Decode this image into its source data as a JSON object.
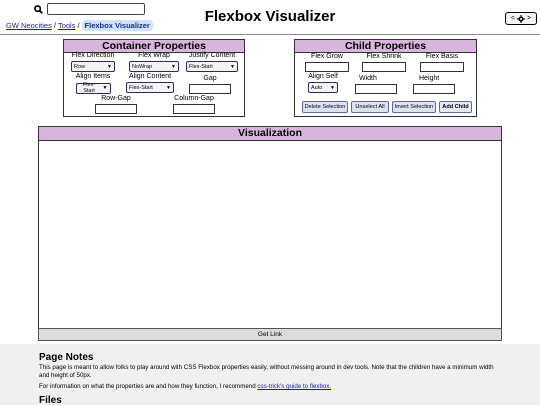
{
  "header": {
    "search_placeholder": "",
    "breadcrumb": [
      {
        "label": "GW Neocities"
      },
      {
        "label": "Tools"
      },
      {
        "label": "Flexbox Visualizer"
      }
    ],
    "separator": "/",
    "title": "Flexbox Visualizer",
    "settings_left": "<",
    "settings_right": ">"
  },
  "container": {
    "title": "Container Properties",
    "flex_direction": {
      "label": "Flex Direction",
      "value": "Row"
    },
    "flex_wrap": {
      "label": "Flex Wrap",
      "value": "NoWrap"
    },
    "justify_content": {
      "label": "Justify Content",
      "value": "Flex-Start"
    },
    "align_items": {
      "label": "Align Items",
      "value": "Flex-Start"
    },
    "align_content": {
      "label": "Align Content",
      "value": "Flex-Start"
    },
    "gap": {
      "label": "Gap",
      "value": ""
    },
    "row_gap": {
      "label": "Row-Gap",
      "value": ""
    },
    "column_gap": {
      "label": "Column-Gap",
      "value": ""
    }
  },
  "child": {
    "title": "Child Properties",
    "flex_grow": {
      "label": "Flex Grow",
      "value": ""
    },
    "flex_shrink": {
      "label": "Flex Shrink",
      "value": ""
    },
    "flex_basis": {
      "label": "Flex Basis",
      "value": ""
    },
    "align_self": {
      "label": "Align Self",
      "value": "Auto"
    },
    "width": {
      "label": "Width",
      "value": ""
    },
    "height": {
      "label": "Height",
      "value": ""
    },
    "buttons": {
      "delete": "Delete Selection",
      "unselect": "Unselect All",
      "invert": "Invert Selection",
      "add": "Add Child"
    }
  },
  "visualization": {
    "title": "Visualization",
    "get_link": "Get Link"
  },
  "notes": {
    "heading": "Page Notes",
    "paragraph1": "This page is meant to allow folks to play around with CSS Flexbox properties easily, without messing around in dev tools. Note that the children have a minimum width and height of 50px.",
    "paragraph2_prefix": "For information on what the properties are and how they function, I recommend ",
    "paragraph2_link": "css-trick's guide to flexbox.",
    "files_heading": "Files"
  }
}
